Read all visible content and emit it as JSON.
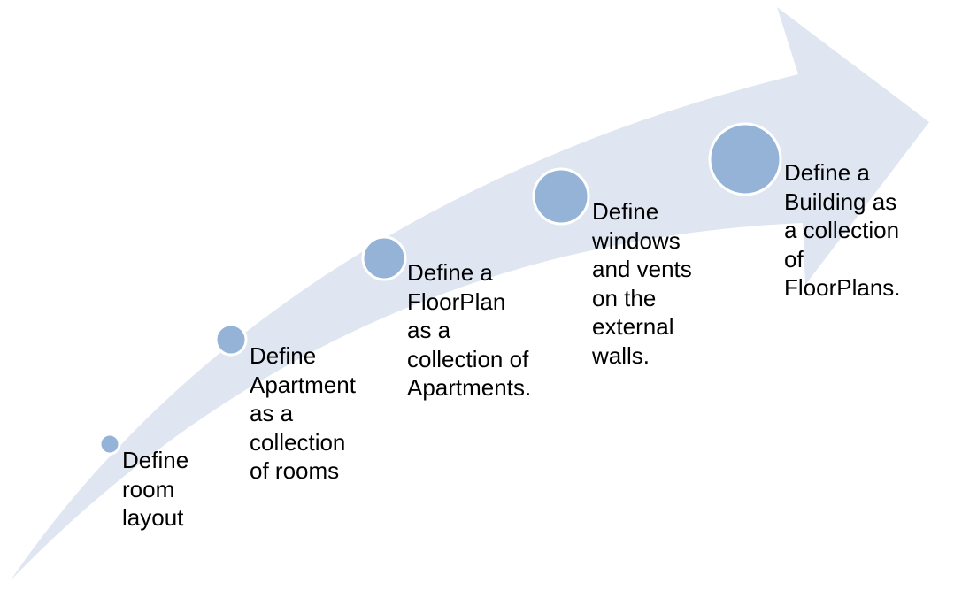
{
  "diagram": {
    "arrow_fill": "#dfe6f1",
    "marker_fill": "#95b3d7",
    "marker_stroke": "#ffffff",
    "steps": [
      {
        "label": "Define\nroom\nlayout"
      },
      {
        "label": "Define\nApartment\nas a\ncollection\nof rooms"
      },
      {
        "label": "Define a\nFloorPlan\nas a\ncollection of\nApartments."
      },
      {
        "label": "Define\nwindows\nand vents\non the\nexternal\nwalls."
      },
      {
        "label": "Define a\nBuilding as\na collection\nof\nFloorPlans."
      }
    ]
  }
}
